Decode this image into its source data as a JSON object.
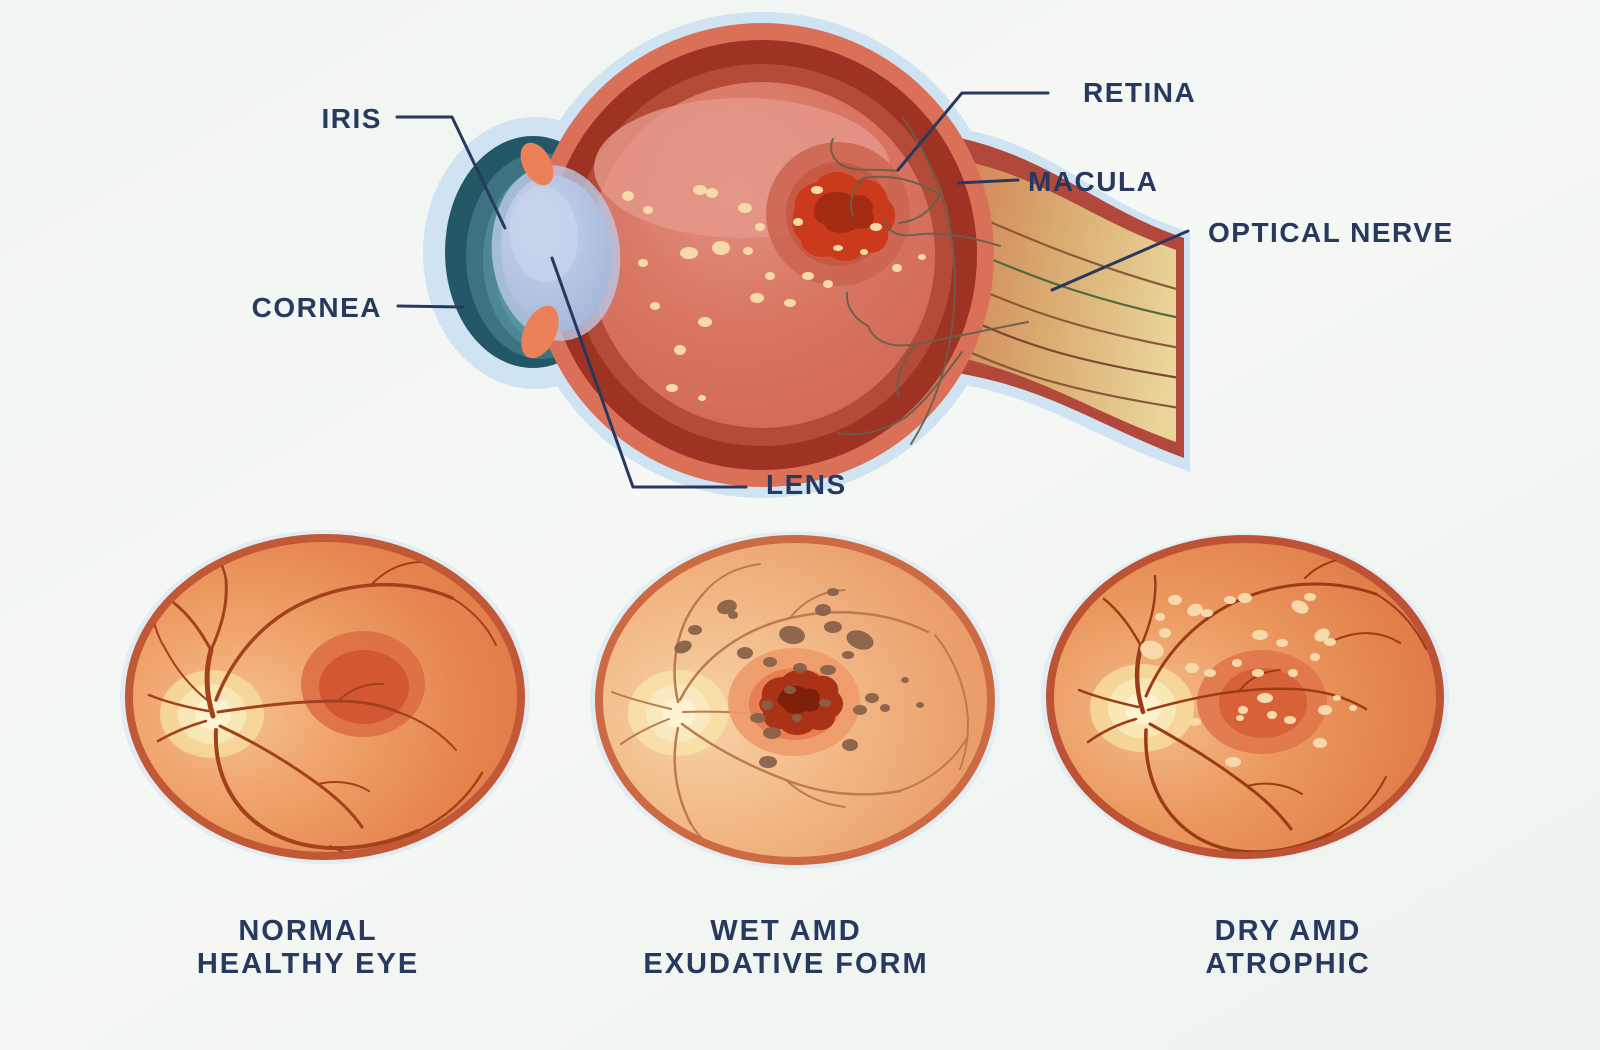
{
  "diagram": {
    "subject": "Eye anatomy and age-related macular degeneration comparison",
    "anatomy_labels": [
      {
        "id": "iris",
        "label": "IRIS"
      },
      {
        "id": "cornea",
        "label": "CORNEA"
      },
      {
        "id": "lens",
        "label": "LENS"
      },
      {
        "id": "retina",
        "label": "RETINA"
      },
      {
        "id": "macula",
        "label": "MACULA"
      },
      {
        "id": "optical_nerve",
        "label": "OPTICAL NERVE"
      }
    ],
    "conditions": [
      {
        "id": "normal",
        "caption_line1": "NORMAL",
        "caption_line2": "HEALTHY EYE"
      },
      {
        "id": "wet_amd",
        "caption_line1": "WET AMD",
        "caption_line2": "EXUDATIVE FORM"
      },
      {
        "id": "dry_amd",
        "caption_line1": "DRY AMD",
        "caption_line2": "ATROPHIC"
      }
    ],
    "colors": {
      "label_text": "#27395e",
      "leader_line": "#27395e",
      "background": "#f1f5f2",
      "halo_blue": "#cfe3f2",
      "sclera_salmon": "#db7059",
      "choroid_dark_red": "#9e3223",
      "retina_interior": "#d97664",
      "macula_lesion_red": "#ca3a1b",
      "drusen_cream": "#f8d9a8",
      "cornea_teal": "#235765",
      "lens_blue": "#a9bcdc",
      "optic_nerve_tan": "#d9a96e",
      "fundus_orange": "#e68550",
      "optic_disc_yellow": "#f9e7b6",
      "hemorrhage_brown": "#86604a"
    }
  }
}
